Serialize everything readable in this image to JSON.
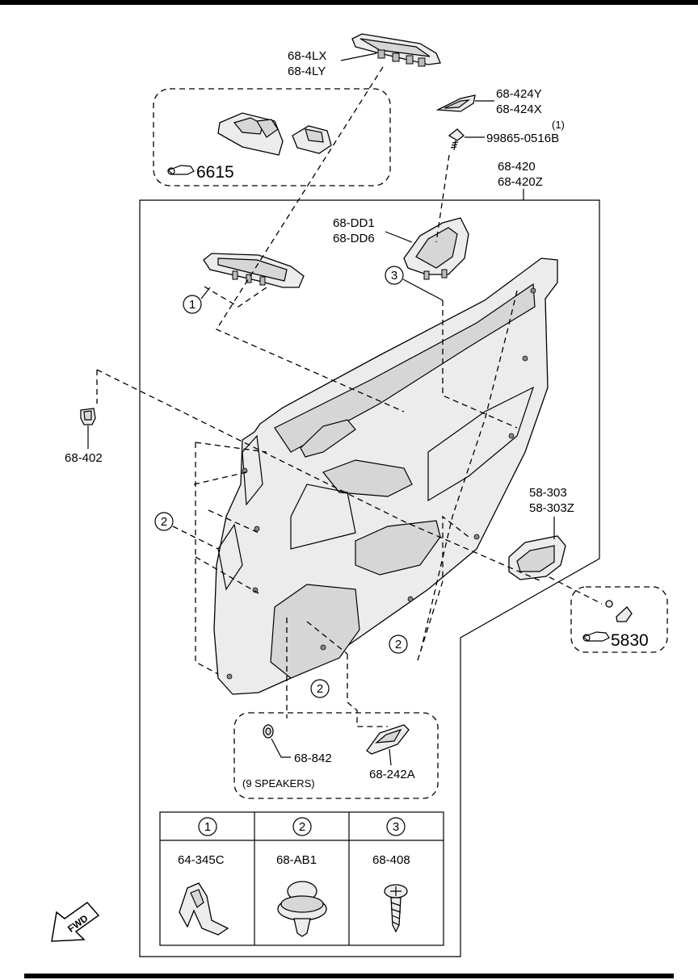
{
  "diagram": {
    "parts": {
      "switch_panel_upper": [
        "68-4LX",
        "68-4LY"
      ],
      "window_switch_ref": "6615",
      "trim_upper": [
        "68-424Y",
        "68-424X"
      ],
      "screw_qty": "(1)",
      "screw": "99865-0516B",
      "door_trim": [
        "68-420",
        "68-420Z"
      ],
      "grip": [
        "68-DD1",
        "68-DD6"
      ],
      "clip_left": "68-402",
      "inner_handle": [
        "58-303",
        "58-303Z"
      ],
      "handle_ref": "5830",
      "speaker_grommet": "68-842",
      "speaker_bracket": "68-242A",
      "speakers_note": "(9 SPEAKERS)",
      "fwd": "FWD"
    },
    "callouts": [
      "1",
      "2",
      "3"
    ],
    "legend": {
      "columns": [
        {
          "num": "1",
          "part": "64-345C"
        },
        {
          "num": "2",
          "part": "68-AB1"
        },
        {
          "num": "3",
          "part": "68-408"
        }
      ]
    }
  }
}
